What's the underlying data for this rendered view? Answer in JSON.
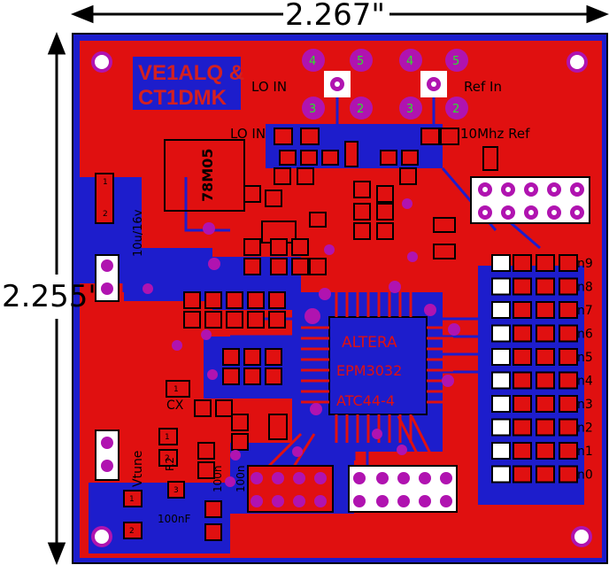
{
  "dimensions": {
    "width_label": "2.267\"",
    "height_label": "2.255\""
  },
  "board": {
    "title_line1": "VE1ALQ &",
    "title_line2": "CT1DMK",
    "regulator_label": "78M05",
    "chip_line1": "ALTERA",
    "chip_line2": "EPM3032",
    "chip_line3": "ATC44-4",
    "lo_in_label": "LO IN",
    "ref_in_label": "Ref In",
    "lo_in_conn_label": "LO IN",
    "ref10_label": "10Mhz Ref",
    "cap_label": "10u/16v",
    "vtune_label": "Vtune",
    "c_label": "100n",
    "cx_label": "CX",
    "r2_label": "R2",
    "c100n_label": "100n",
    "l1_label": "100nF",
    "sma_pins": [
      "4",
      "5",
      "3",
      "2"
    ]
  },
  "rows": {
    "row_labels": [
      "n9",
      "n8",
      "n7",
      "n6",
      "n5",
      "n4",
      "n3",
      "n2",
      "n1",
      "n0"
    ]
  },
  "colors": {
    "background": "#ffffff",
    "board_blue": "#1d1dcc",
    "copper_red": "#e01010",
    "pad_magenta": "#b013b0",
    "pad_white": "#ffffff",
    "silk_black": "#000000"
  }
}
